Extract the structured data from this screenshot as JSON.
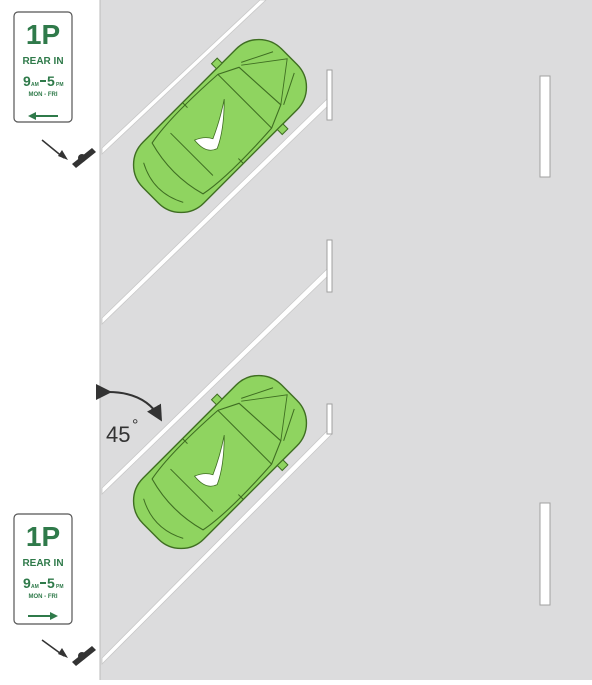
{
  "colors": {
    "road": "#dcdcdd",
    "footpath": "#ffffff",
    "line_marking": "#ffffff",
    "car_fill": "#8fd460",
    "car_stroke": "#3f6e22",
    "sign_text": "#2f7a4a",
    "sign_border": "#555555",
    "pole": "#333333"
  },
  "signs": [
    {
      "parking": "1P",
      "restriction": "REAR IN",
      "hour_start": "9",
      "am": "AM",
      "hour_end": "5",
      "pm": "PM",
      "days": "MON - FRI",
      "arrow": "left-arrow"
    },
    {
      "parking": "1P",
      "restriction": "REAR IN",
      "hour_start": "9",
      "am": "AM",
      "hour_end": "5",
      "pm": "PM",
      "days": "MON - FRI",
      "arrow": "right-arrow"
    }
  ],
  "angle": {
    "label": "45",
    "degree_mark": "°"
  },
  "icons": [
    "check-mark-icon",
    "sign-pole-icon",
    "leader-arrow-icon",
    "angle-arc-icon"
  ]
}
